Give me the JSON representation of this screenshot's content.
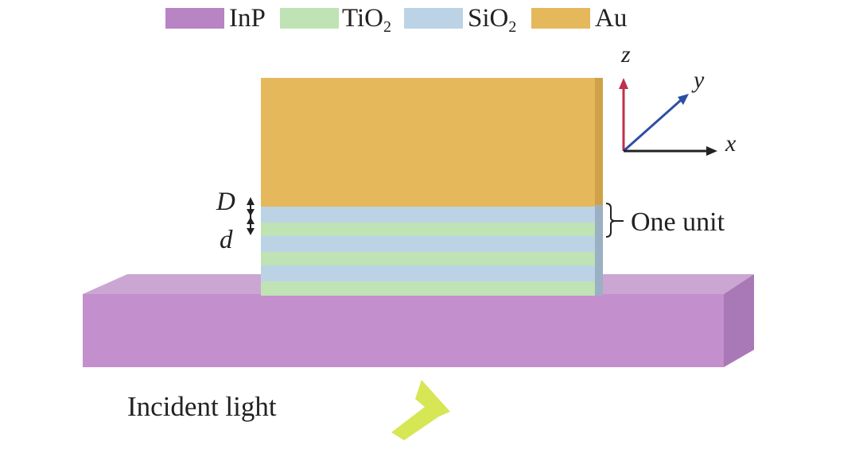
{
  "legend": {
    "items": [
      {
        "name": "InP",
        "label": "InP",
        "subscript": "",
        "color": "#b984c4"
      },
      {
        "name": "TiO2",
        "label": "TiO",
        "subscript": "2",
        "color": "#bfe3b4"
      },
      {
        "name": "SiO2",
        "label": "SiO",
        "subscript": "2",
        "color": "#bcd3e6"
      },
      {
        "name": "Au",
        "label": "Au",
        "subscript": "",
        "color": "#e5b85c"
      }
    ]
  },
  "axes": {
    "z_label": "z",
    "y_label": "y",
    "x_label": "x",
    "z_color": "#c0304a",
    "y_color": "#2d4fa3",
    "x_color": "#222222"
  },
  "annotations": {
    "D_label": "D",
    "d_label": "d",
    "unit_label": "One unit",
    "incident_label": "Incident light"
  },
  "colors": {
    "inp_top": "#cba6d3",
    "inp_front": "#c38fcd",
    "inp_side": "#a978b6",
    "au": "#e5b85c",
    "au_side": "#cfa24a",
    "tio2": "#bfe3b4",
    "sio2": "#bcd3e6",
    "stack_side": "#9cb0c4",
    "arrow": "#d6e655"
  }
}
